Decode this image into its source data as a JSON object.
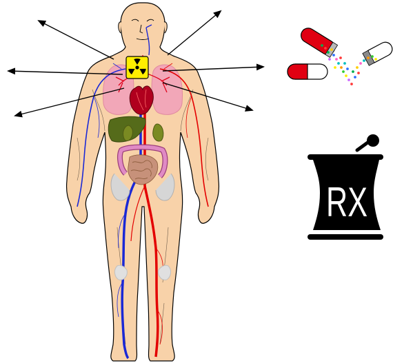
{
  "scene": {
    "body": {
      "icon": "human-body-anatomy",
      "skin_color": "#f8d2a9",
      "outline_color": "#000000"
    },
    "organs": {
      "lungs_color": "#f2a7b8",
      "heart_color": "#b0001e",
      "liver_color": "#556b1a",
      "kidney_color": "#7a8a22",
      "intestine_color": "#c77aa8",
      "bladder_color": "#d6d6d6"
    },
    "vessels": {
      "artery_color": "#e30000",
      "vein_color": "#1a28d6"
    },
    "radiation_badge": {
      "icon": "radiation-icon",
      "fill": "#ffee00"
    },
    "arrows": {
      "icon": "outward-arrow",
      "count": 6,
      "color": "#000000"
    },
    "pills": {
      "icon": "capsule-pill",
      "capsule_color": "#e00012"
    },
    "rx_symbol": {
      "icon": "mortar-rx",
      "text": "RX",
      "fill": "#000000",
      "text_color": "#ffffff"
    }
  }
}
